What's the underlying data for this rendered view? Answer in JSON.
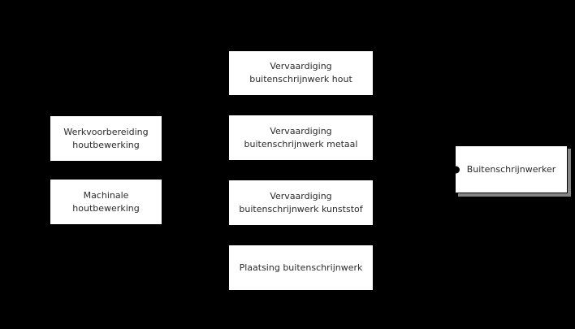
{
  "canvas": {
    "background_color": "#000000"
  },
  "style": {
    "node_fill": "#ffffff",
    "node_border": "#000000",
    "node_text_color": "#2b2b2b",
    "highlight_shadow_color": "#868686",
    "anchor_dot_color": "#000000"
  },
  "nodes": {
    "werkvoorbereiding": {
      "lines": [
        "Werkvoorbereiding",
        "houtbewerking"
      ]
    },
    "machinale": {
      "lines": [
        "Machinale",
        "houtbewerking"
      ]
    },
    "verv_hout": {
      "lines": [
        "Vervaardiging",
        "buitenschrijnwerk hout"
      ]
    },
    "verv_metaal": {
      "lines": [
        "Vervaardiging",
        "buitenschrijnwerk metaal"
      ]
    },
    "verv_kunststof": {
      "lines": [
        "Vervaardiging",
        "buitenschrijnwerk kunststof"
      ]
    },
    "plaatsing": {
      "lines": [
        "Plaatsing buitenschrijnwerk"
      ]
    },
    "buitenschrijnwerker": {
      "lines": [
        "Buitenschrijnwerker"
      ]
    }
  }
}
